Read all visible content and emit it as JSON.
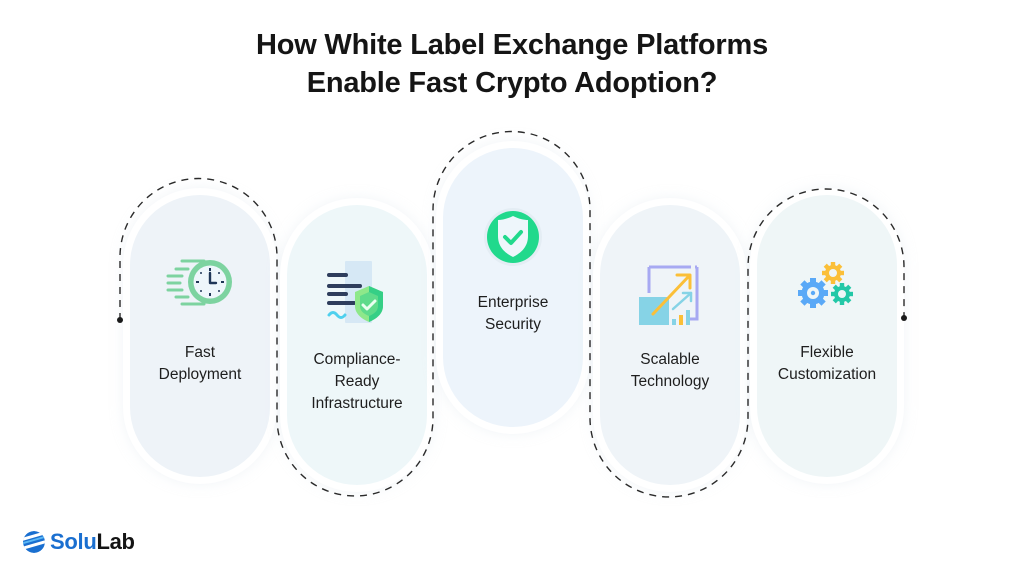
{
  "title": {
    "line1": "How White Label Exchange Platforms",
    "line2": "Enable Fast Crypto Adoption?"
  },
  "cards": [
    {
      "id": "fast-deployment",
      "icon": "fast-clock-icon",
      "lines": [
        "Fast",
        "Deployment"
      ],
      "bg": "#eef3f8"
    },
    {
      "id": "compliance-ready",
      "icon": "document-shield-icon",
      "lines": [
        "Compliance-",
        "Ready",
        "Infrastructure"
      ],
      "bg": "#eef7f9"
    },
    {
      "id": "enterprise-security",
      "icon": "shield-check-icon",
      "lines": [
        "Enterprise",
        "Security"
      ],
      "bg": "#edf4fb"
    },
    {
      "id": "scalable-technology",
      "icon": "scale-growth-icon",
      "lines": [
        "Scalable",
        "Technology"
      ],
      "bg": "#eff4f8"
    },
    {
      "id": "flexible-customization",
      "icon": "gears-icon",
      "lines": [
        "Flexible",
        "Customization"
      ],
      "bg": "#eff6f7"
    }
  ],
  "colors": {
    "green": "#21d98c",
    "clock_green": "#7dd3a0",
    "shield_green": "#4fd97f",
    "doc_navy": "#2e3d5c",
    "chart_purple": "#a7a9f2",
    "chart_cyan": "#86d3e6",
    "chart_yellow": "#fbbf38",
    "gear_blue": "#5aa9f7",
    "gear_yellow": "#fbbf38",
    "gear_teal": "#23c8a7",
    "brand_blue": "#1a6fd0"
  },
  "brand": {
    "name_part1": "Solu",
    "name_part2": "Lab"
  }
}
